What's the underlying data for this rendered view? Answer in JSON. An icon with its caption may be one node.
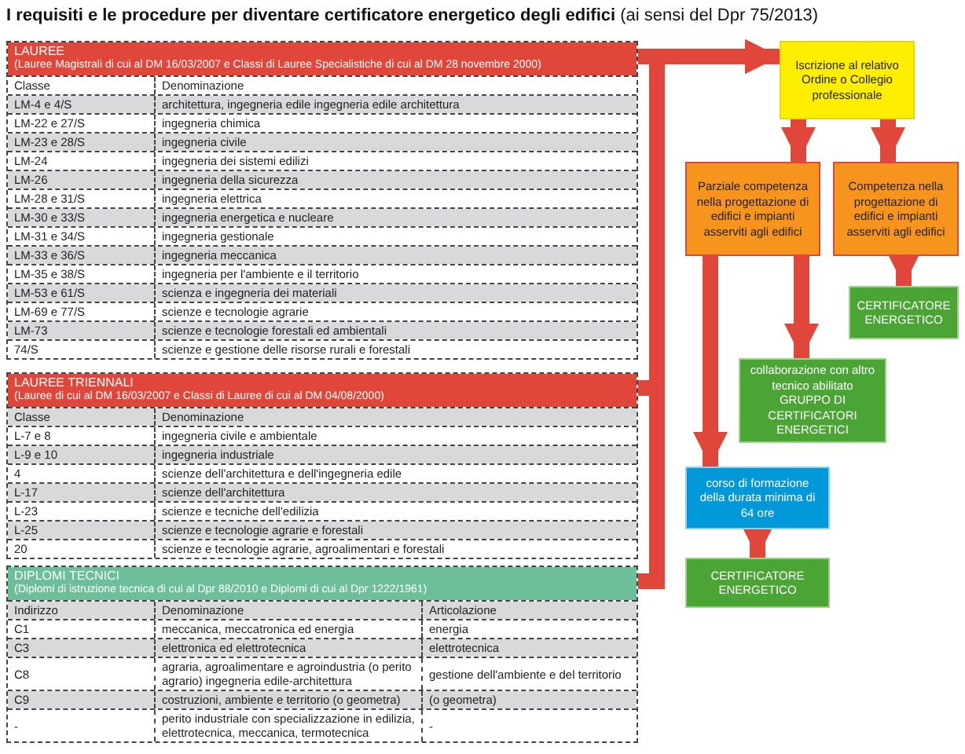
{
  "diagram": {
    "title": "**I requisiti e le procedure per diventare certificatore energetico degli edifici** (ai sensi del Dpr 75/2013)",
    "nodes": [
      {
        "text": [
          "LAUREE",
          "(Lauree Magistrali di cui al DM 16/03/2007 e Classi di Lauree Specialistiche di cui al DM 28 novembre 2000)"
        ]
      },
      {
        "text": [
          "LAUREE TRIENNALI",
          "(Lauree di cui al DM 16/03/2007 e Classi di Lauree di cui al DM 04/08/2000)"
        ]
      },
      {
        "text": [
          "DIPLOMI TECNICI",
          "(Diplomi di istruzione tecnica di cui al Dpr 88/2010 e Diplomi di cui al Dpr 1222/1961)"
        ]
      },
      {
        "text": [
          "Iscrizione al relativo Ordine o Collegio professionale"
        ]
      },
      {
        "text": [
          "Parziale competenza nella progettazione di edifici e impianti asserviti agli edifici"
        ]
      },
      {
        "text": [
          "Competenza nella progettazione di edifici e impianti asserviti agli edifici"
        ]
      },
      {
        "text": [
          "collaborazione con altro tecnico abilitato",
          "GRUPPO DI CERTIFICATORI ENERGETICI"
        ]
      },
      {
        "text": [
          "CERTIFICATORE ENERGETICO"
        ]
      },
      {
        "text": [
          "corso di formazione della durata minima di 64 ore"
        ]
      },
      {
        "text": [
          "CERTIFICATORE ENERGETICO"
        ]
      }
    ],
    "edges": [
      {
        "from": 0,
        "to": 3,
        "arrow": "to"
      },
      {
        "from": 1,
        "to": 3,
        "arrow": "to"
      },
      {
        "from": 2,
        "to": 3,
        "arrow": "to"
      },
      {
        "from": 3,
        "to": 4,
        "arrow": "to"
      },
      {
        "from": 3,
        "to": 5,
        "arrow": "to"
      },
      {
        "from": 4,
        "to": 6,
        "arrow": "to"
      },
      {
        "from": 4,
        "to": 8,
        "arrow": "to"
      },
      {
        "from": 5,
        "to": 7,
        "arrow": "to"
      },
      {
        "from": 8,
        "to": 9,
        "arrow": "to"
      }
    ],
    "labels": [
      "Classe",
      "Denominazione",
      "LM-4 e 4/S",
      "architettura, ingegneria edile ingegneria edile architettura",
      "LM-22 e 27/S",
      "ingegneria chimica",
      "LM-23 e 28/S",
      "ingegneria civile",
      "LM-24",
      "ingegneria dei sistemi edilizi",
      "LM-26",
      "ingegneria della sicurezza",
      "LM-28 e 31/S",
      "ingegneria elettrica",
      "LM-30 e 33/S",
      "ingegneria energetica e nucleare",
      "LM-31 e 34/S",
      "ingegneria gestionale",
      "LM-33 e 36/S",
      "ingegneria meccanica",
      "LM-35 e 38/S",
      "ingegneria per l'ambiente e il territorio",
      "LM-53 e 61/S",
      "scienza e ingegneria dei materiali",
      "LM-69 e 77/S",
      "scienze e tecnologie agrarie",
      "LM-73",
      "scienze e tecnologie forestali ed ambientali",
      "74/S",
      "scienze e gestione delle risorse rurali e forestali",
      "Classe",
      "Denominazione",
      "L-7 e 8",
      "ingegneria civile e ambientale",
      "L-9 e 10",
      "ingegneria industriale",
      "4",
      "scienze dell'architettura e dell'ingegneria edile",
      "L-17",
      "scienze dell'architettura",
      "L-23",
      "scienze e tecniche dell'edilizia",
      "L-25",
      "scienze e tecnologie agrarie e forestali",
      "20",
      "scienze e tecnologie agrarie, agroalimentari e forestali",
      "Indirizzo",
      "Denominazione",
      "Articolazione",
      "C1",
      "meccanica, meccatronica ed energia",
      "energia",
      "C3",
      "elettronica ed elettrotecnica",
      "elettrotecnica",
      "C8",
      "agraria, agroalimentare e agroindustria (o perito agrario) ingegneria edile-architettura",
      "gestione dell'ambiente e del territorio",
      "C9",
      "costruzioni, ambiente e territorio (o geometra)",
      "(o geometra)",
      "-",
      "perito industriale con specializzazione in edilizia, elettrotecnica, meccanica, termotecnica",
      "-"
    ]
  }
}
